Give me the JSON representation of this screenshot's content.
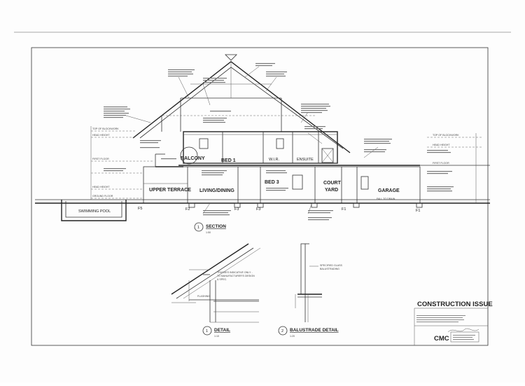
{
  "drawing": {
    "rooms": {
      "balcony": "BALCONY",
      "bed1": "BED 1",
      "wir": "W.I.R.",
      "ensuite": "ENSUITE",
      "upper_terrace": "UPPER TERRACE",
      "living_dining": "LIVING/DINING",
      "bed3": "BED 3",
      "court_yard_1": "COURT",
      "court_yard_2": "YARD",
      "garage": "GARAGE",
      "swimming_pool": "SWIMMING POOL"
    },
    "levels": {
      "top_of_blockwork_left": "TOP OF BLOCKWORK",
      "top_of_blockwork_right": "TOP OF BLOCKWORK",
      "head_height_left": "HEAD HEIGHT",
      "head_height_right": "HEAD HEIGHT",
      "first_floor_left": "FIRST FLOOR",
      "first_floor_right": "FIRST FLOOR",
      "ground_floor": "GROUND FLOOR",
      "head_height_ground": "HEAD HEIGHT",
      "garage_floor": "FALL TO DRAIN"
    },
    "footing_tags": [
      "F5",
      "F2",
      "F3",
      "F3",
      "F1",
      "F1"
    ],
    "section_title": "SECTION",
    "section_scale": "1:50",
    "detail_title": "DETAIL",
    "detail_scale": "1:10",
    "balustrade_title": "BALUSTRADE DETAIL",
    "balustrade_scale": "1:20",
    "balustrade_note_1": "SPECIFIED GLASS",
    "balustrade_note_2": "BALUSTRADING",
    "detail_note_1": "TRUSSES INDICATIVE ONLY -",
    "detail_note_2": "TO MANUFACTURER'S DESIGN",
    "detail_note_3": "& SPEC.",
    "detail_flashing": "FLASHING",
    "marker_1": "1",
    "marker_2": "2"
  },
  "title_block": {
    "stamp": "CONSTRUCTION ISSUE",
    "firm": "CMC"
  }
}
